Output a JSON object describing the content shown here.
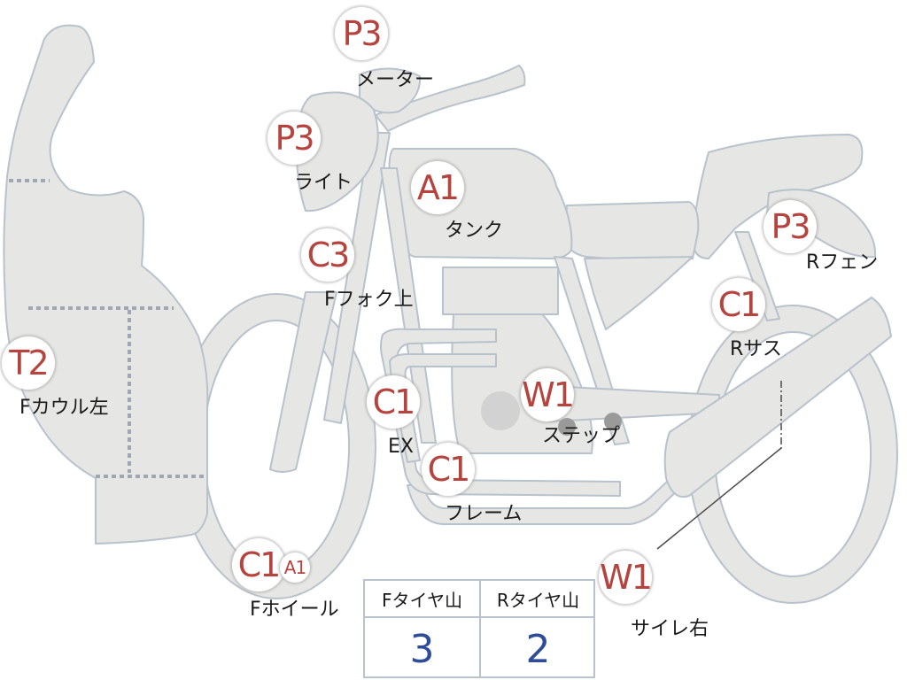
{
  "parts": [
    {
      "key": "meter",
      "grade": "P3",
      "label": "メーター"
    },
    {
      "key": "light",
      "grade": "P3",
      "label": "ライト"
    },
    {
      "key": "tank",
      "grade": "A1",
      "label": "タンク"
    },
    {
      "key": "fork-upper",
      "grade": "C3",
      "label": "Fフォク上"
    },
    {
      "key": "rear-fender",
      "grade": "P3",
      "label": "Rフェン"
    },
    {
      "key": "rear-suspension",
      "grade": "C1",
      "label": "Rサス"
    },
    {
      "key": "front-cowl-left",
      "grade": "T2",
      "label": "Fカウル左"
    },
    {
      "key": "exhaust",
      "grade": "C1",
      "label": "EX"
    },
    {
      "key": "step",
      "grade": "W1",
      "label": "ステップ"
    },
    {
      "key": "frame",
      "grade": "C1",
      "label": "フレーム"
    },
    {
      "key": "front-wheel",
      "grade": "C1",
      "grade2": "A1",
      "label": "Fホイール"
    },
    {
      "key": "muffler-right",
      "grade": "W1",
      "label": "サイレ右"
    }
  ],
  "tread_table": {
    "front_header": "Fタイヤ山",
    "rear_header": "Rタイヤ山",
    "front_value": "3",
    "rear_value": "2"
  },
  "colors": {
    "body_fill": "#e6e6e4",
    "body_stroke": "#b8c2cc",
    "badge_text": "#b5443f",
    "value_text": "#2f4c98"
  }
}
